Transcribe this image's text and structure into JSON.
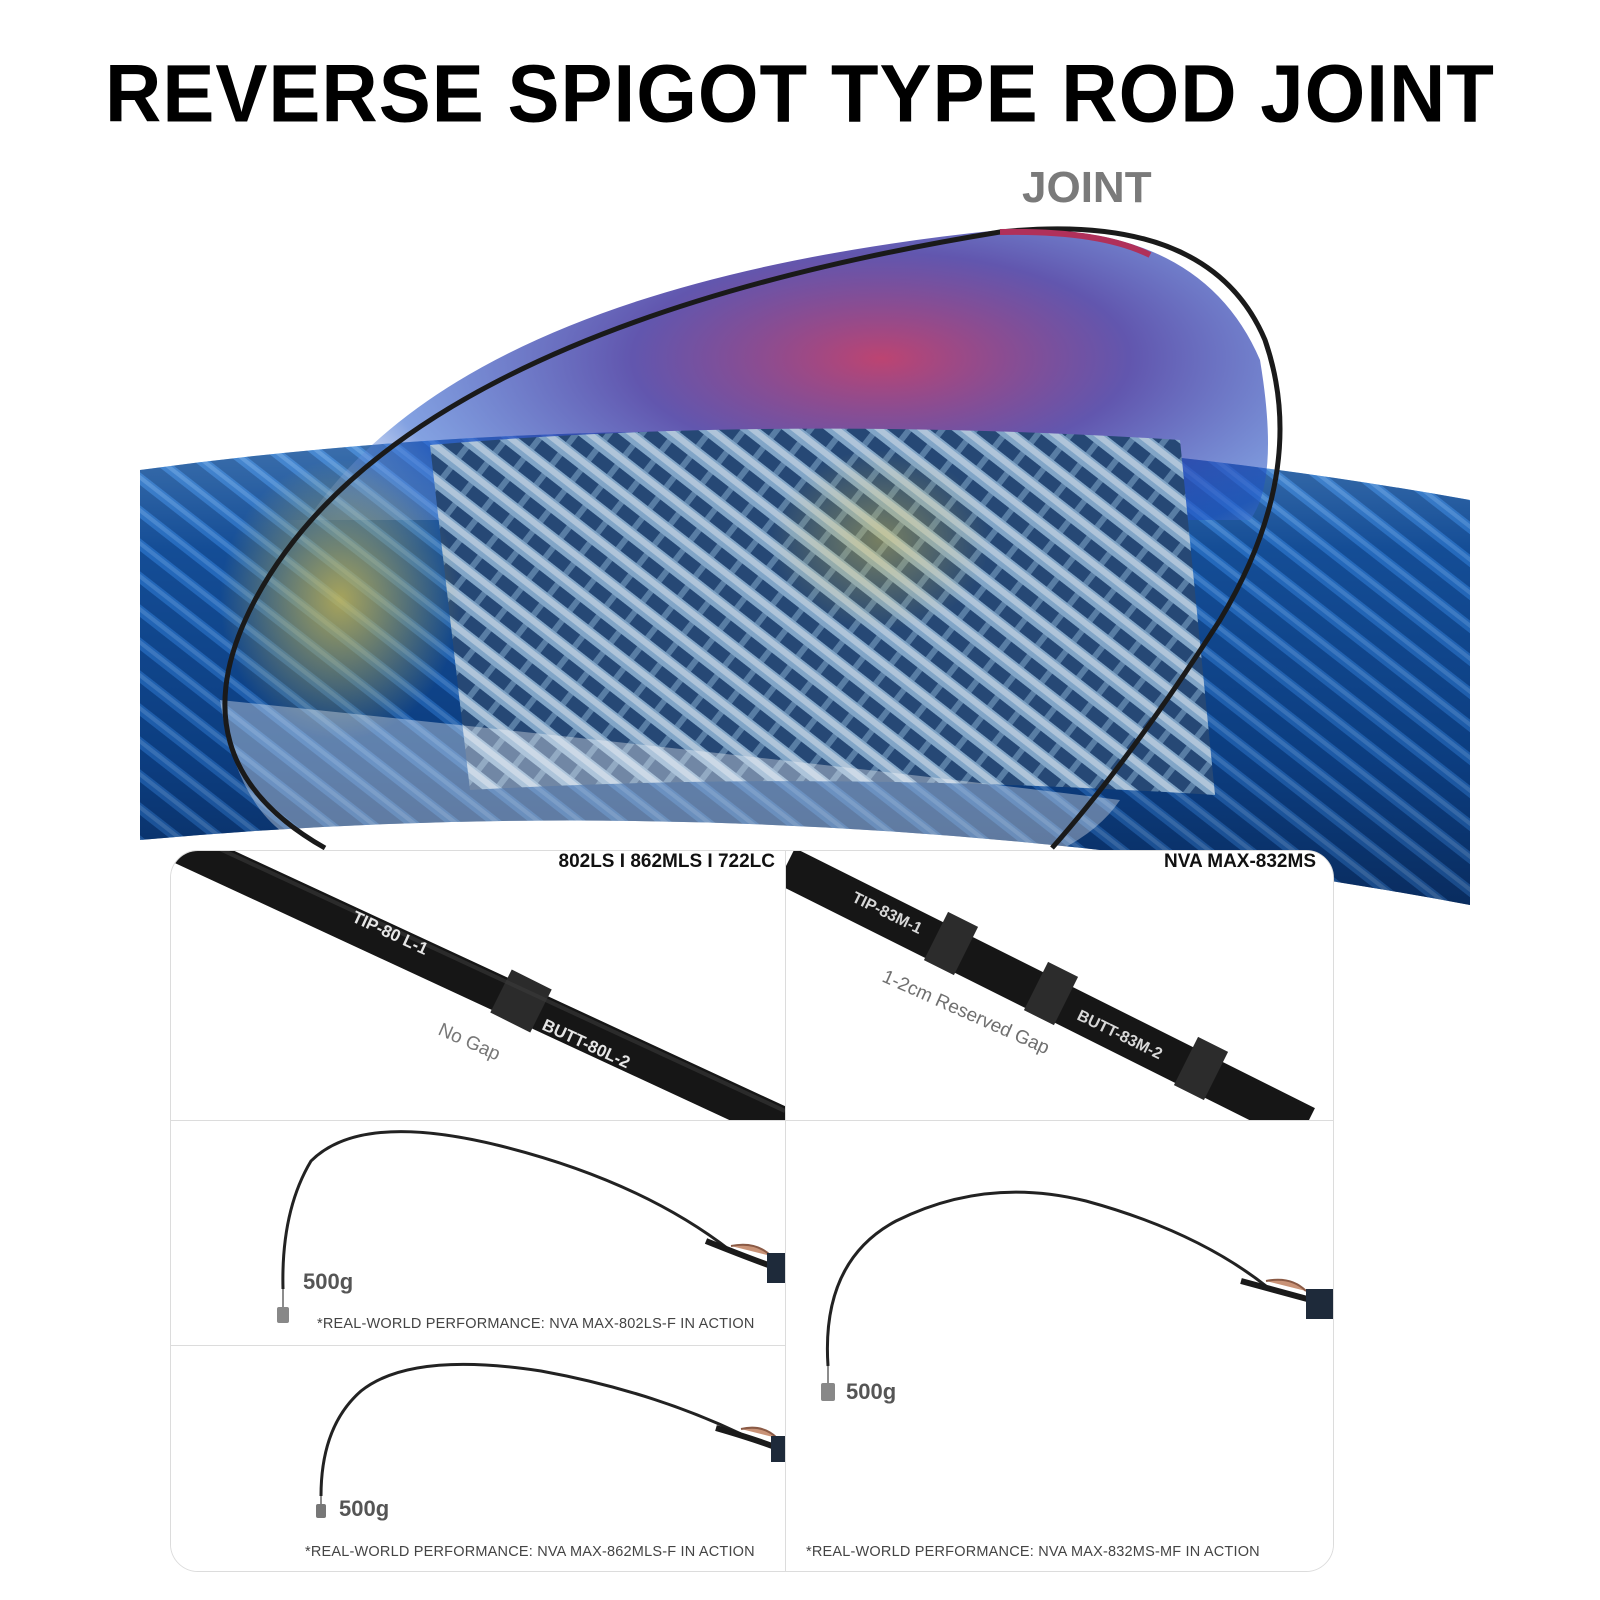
{
  "title": "REVERSE SPIGOT TYPE ROD JOINT",
  "hero": {
    "joint_label": "JOINT"
  },
  "panels": {
    "left_top": {
      "models": "802LS I 862MLS I 722LC",
      "tip_label": "TIP-80 L-1",
      "butt_label": "BUTT-80L-2",
      "gap_label": "No Gap"
    },
    "right_top": {
      "models": "NVA MAX-832MS",
      "tip_label": "TIP-83M-1",
      "butt_label": "BUTT-83M-2",
      "gap_label": "1-2cm Reserved Gap"
    },
    "left_mid": {
      "weight": "500g",
      "caption": "*REAL-WORLD PERFORMANCE:  NVA MAX-802LS-F IN ACTION"
    },
    "left_bottom": {
      "weight": "500g",
      "caption": "*REAL-WORLD PERFORMANCE:  NVA MAX-862MLS-F IN ACTION"
    },
    "right_bottom": {
      "weight": "500g",
      "caption": "*REAL-WORLD PERFORMANCE:  NVA MAX-832MS-MF IN ACTION"
    }
  },
  "colors": {
    "blue_dark": "#0a2a6a",
    "blue_mid": "#1e5fb8",
    "magenta": "#b0305a",
    "rod": "#1a1a1a"
  }
}
